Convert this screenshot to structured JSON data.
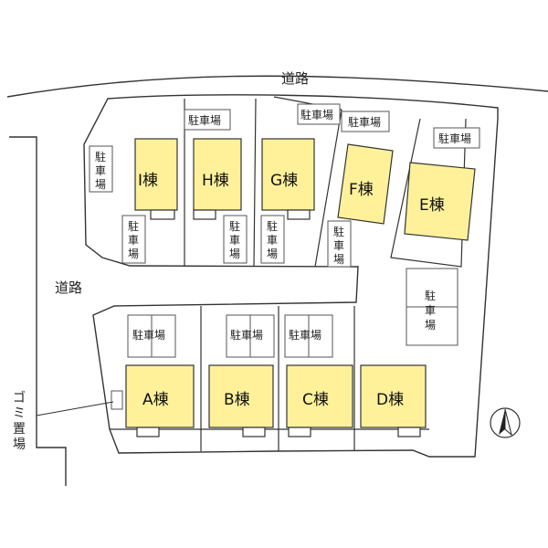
{
  "map": {
    "colors": {
      "building": "#fff19a",
      "line": "#333333",
      "lot": "#ffffff"
    },
    "roads": {
      "top": "道路",
      "left": "道路"
    },
    "buildings": {
      "a": "A棟",
      "b": "B棟",
      "c": "C棟",
      "d": "D棟",
      "e": "E棟",
      "f": "F棟",
      "g": "G棟",
      "h": "H棟",
      "i": "I棟"
    },
    "parking_label": "駐車場",
    "parking_chars": [
      "駐",
      "車",
      "場"
    ],
    "garbage_chars": [
      "ゴ",
      "ミ",
      "置",
      "場"
    ],
    "north_arrow_icon": "compass-north-icon"
  }
}
